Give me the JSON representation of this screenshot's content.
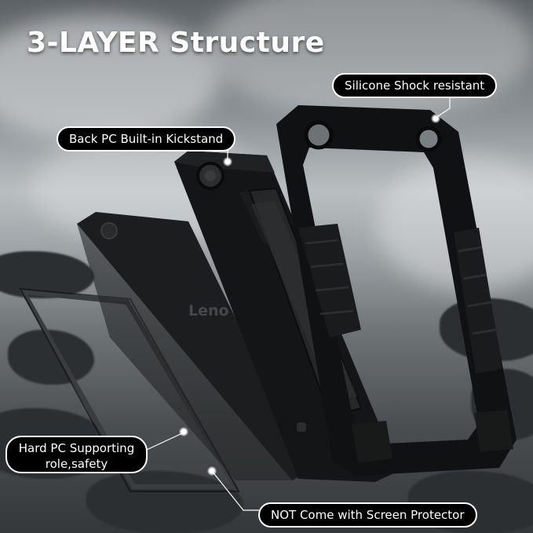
{
  "title": "3-LAYER Structure",
  "callouts": {
    "silicone": "Silicone Shock resistant",
    "back_pc": "Back PC Built-in Kickstand",
    "hard_pc_line1": "Hard PC Supporting",
    "hard_pc_line2": "role,safety",
    "screen_protector": "NOT Come with Screen Protector"
  },
  "tablet_logo": "Leno",
  "colors": {
    "callout_bg": "#000000",
    "callout_border": "#ffffff",
    "title": "#ffffff"
  }
}
